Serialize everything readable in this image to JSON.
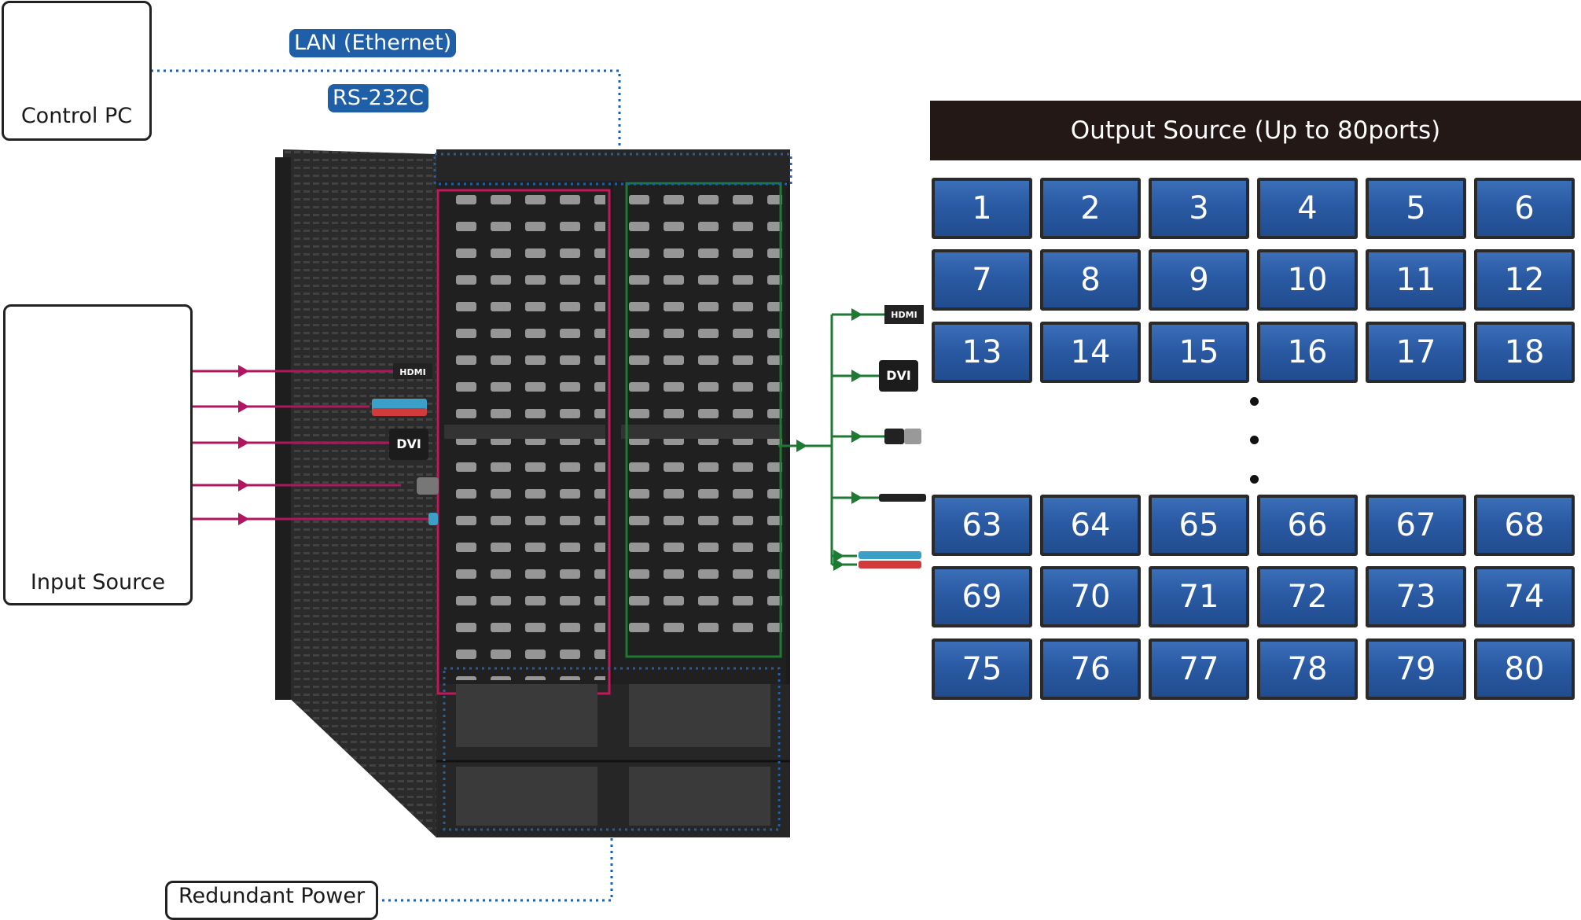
{
  "control_pc": {
    "label": "Control PC"
  },
  "input_source": {
    "label": "Input Source"
  },
  "redundant_power": {
    "label": "Redundant Power"
  },
  "lan_label": "LAN (Ethernet)",
  "rs232_label": "RS-232C",
  "output": {
    "title": "Output Source (Up to 80ports)",
    "top_rows": [
      [
        "1",
        "2",
        "3",
        "4",
        "5",
        "6"
      ],
      [
        "7",
        "8",
        "9",
        "10",
        "11",
        "12"
      ],
      [
        "13",
        "14",
        "15",
        "16",
        "17",
        "18"
      ]
    ],
    "bottom_rows": [
      [
        "63",
        "64",
        "65",
        "66",
        "67",
        "68"
      ],
      [
        "69",
        "70",
        "71",
        "72",
        "73",
        "74"
      ],
      [
        "75",
        "76",
        "77",
        "78",
        "79",
        "80"
      ]
    ]
  },
  "connectors": {
    "hdmi": "HDMI",
    "dvi": "DVI"
  },
  "colors": {
    "input_line": "#b0155f",
    "output_line": "#1e7a33",
    "dotted": "#1f5fa8",
    "tile": "#2a5aa3"
  }
}
